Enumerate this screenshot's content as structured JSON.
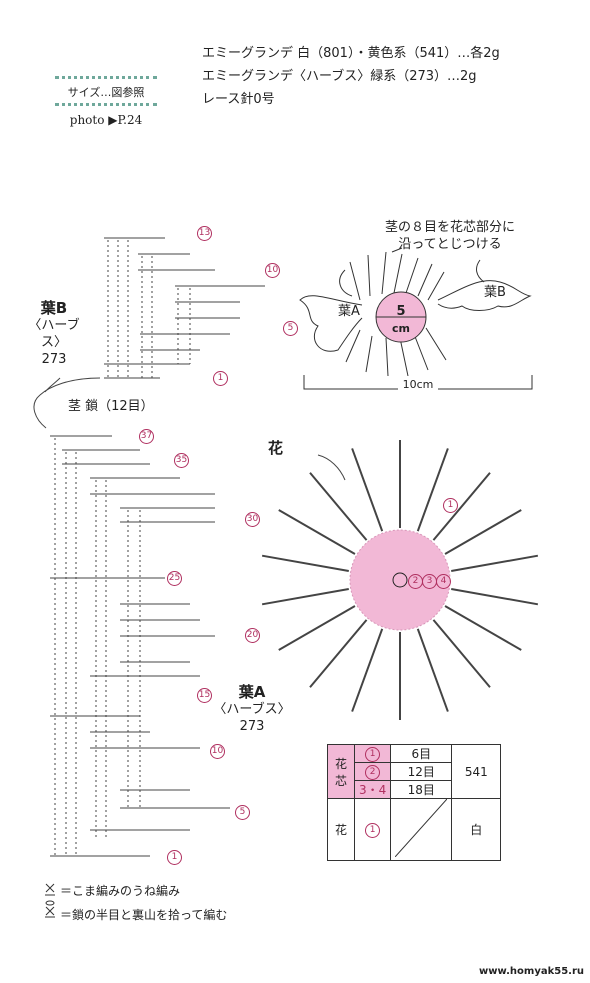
{
  "materials": {
    "line1": "エミーグランデ 白（801）・黄色系（541）…各2g",
    "line2": "エミーグランデ〈ハーブス〉緑系（273）…2g",
    "line3": "レース針0号"
  },
  "size_box": {
    "size": "サイズ…図参照",
    "photo": "photo ▶P.24"
  },
  "assembly": {
    "note_line1": "茎の８目を花芯部分に",
    "note_line2": "沿ってとじつける",
    "leaf_a": "葉A",
    "leaf_b": "葉B",
    "center_size": "5",
    "center_unit": "cm",
    "width": "10cm"
  },
  "leaf_b": {
    "title": "葉B",
    "yarn": "〈ハーブス〉",
    "code": "273",
    "rows": [
      "13",
      "10",
      "5",
      "1"
    ]
  },
  "stem": {
    "label": "茎 鎖（12目）"
  },
  "leaf_a": {
    "title": "葉A",
    "yarn": "〈ハーブス〉",
    "code": "273",
    "rows": [
      "37",
      "35",
      "30",
      "25",
      "20",
      "15",
      "10",
      "5",
      "1"
    ]
  },
  "flower": {
    "label": "花",
    "row_marker": "1",
    "center_rows": [
      "2",
      "3",
      "4"
    ]
  },
  "table": {
    "center_label": "花芯",
    "flower_label": "花",
    "rows": [
      {
        "row": "1",
        "count": "6目"
      },
      {
        "row": "2",
        "count": "12目"
      },
      {
        "row": "3・4",
        "count": "18目"
      }
    ],
    "flower_row": "1",
    "center_color": "541",
    "flower_color": "白"
  },
  "legend": {
    "item1": "＝こま編みのうね編み",
    "item2": "＝鎖の半目と裏山を拾って編む",
    "sym1": "×",
    "sym2": "×"
  },
  "footer": "www.homyak55.ru",
  "colors": {
    "accent_pink": "#f2b8d6",
    "row_number": "#b03060",
    "dots": "#6fa89b"
  }
}
